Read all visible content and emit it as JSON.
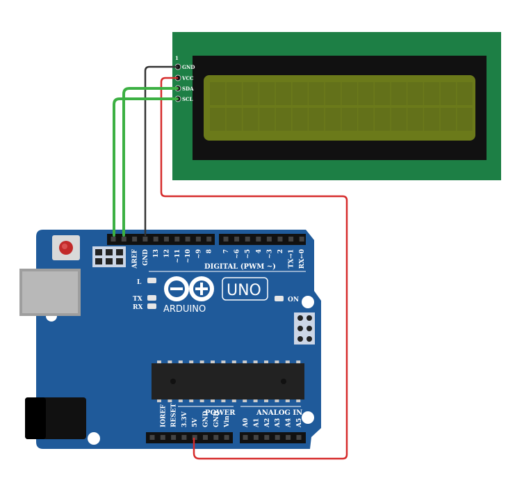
{
  "lcd": {
    "pin_number": "1",
    "pins": [
      "GND",
      "VCC",
      "SDA",
      "SCL"
    ],
    "board_color": "#1d7f45",
    "screen_color": "#6b7a1a"
  },
  "arduino": {
    "brand": "ARDUINO",
    "model": "UNO",
    "board_color": "#1f5a9a",
    "top_header_labels": [
      "AREF",
      "GND",
      "13",
      "12",
      "~11",
      "~10",
      "~9",
      "8",
      "7",
      "~6",
      "~5",
      "4",
      "~3",
      "2",
      "TX→1",
      "RX←0"
    ],
    "digital_label": "DIGITAL (PWM ~)",
    "led_labels": [
      "L",
      "TX",
      "RX"
    ],
    "on_label": "ON",
    "power_title": "POWER",
    "analog_title": "ANALOG IN",
    "power_labels": [
      "IOREF",
      "RESET",
      "3.3V",
      "5V",
      "GND",
      "GND",
      "Vin"
    ],
    "analog_labels": [
      "A0",
      "A1",
      "A2",
      "A3",
      "A4",
      "A5"
    ]
  },
  "wires": [
    {
      "from": "LCD GND",
      "to": "Arduino GND",
      "color": "#333333"
    },
    {
      "from": "LCD VCC",
      "to": "Arduino 5V",
      "color": "#d62b2b"
    },
    {
      "from": "LCD SDA",
      "to": "Arduino SDA",
      "color": "#3cb043"
    },
    {
      "from": "LCD SCL",
      "to": "Arduino SCL",
      "color": "#3cb043"
    }
  ]
}
